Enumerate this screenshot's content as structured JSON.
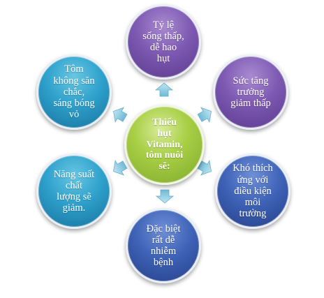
{
  "diagram": {
    "center": {
      "label": "Thiếu\nhụt\nVitamin,\ntôm nuôi\nsẽ:"
    },
    "nodes": [
      {
        "id": "top",
        "label": "Tỷ lệ\nsống thấp,\ndễ hao\nhụt"
      },
      {
        "id": "upper-right",
        "label": "Sức tăng\ntrưởng\ngiảm thấp"
      },
      {
        "id": "lower-right",
        "label": "Khó thích\nứng với\nđiều kiện\nmôi\ntrường"
      },
      {
        "id": "bottom",
        "label": "Đặc biệt\nrất dễ\nnhiễm\nbệnh"
      },
      {
        "id": "lower-left",
        "label": "Năng suất\nchất\nlượng sẽ\ngiảm."
      },
      {
        "id": "upper-left",
        "label": "Tôm\nkhông săn\nchắc,\nsáng bóng\nvỏ"
      }
    ],
    "colors": {
      "center": "#a8cf45",
      "purple": "#7d59b2",
      "blue": "#3f63b8",
      "teal": "#2ea1cc",
      "arrow": "#8fcfe4"
    }
  }
}
